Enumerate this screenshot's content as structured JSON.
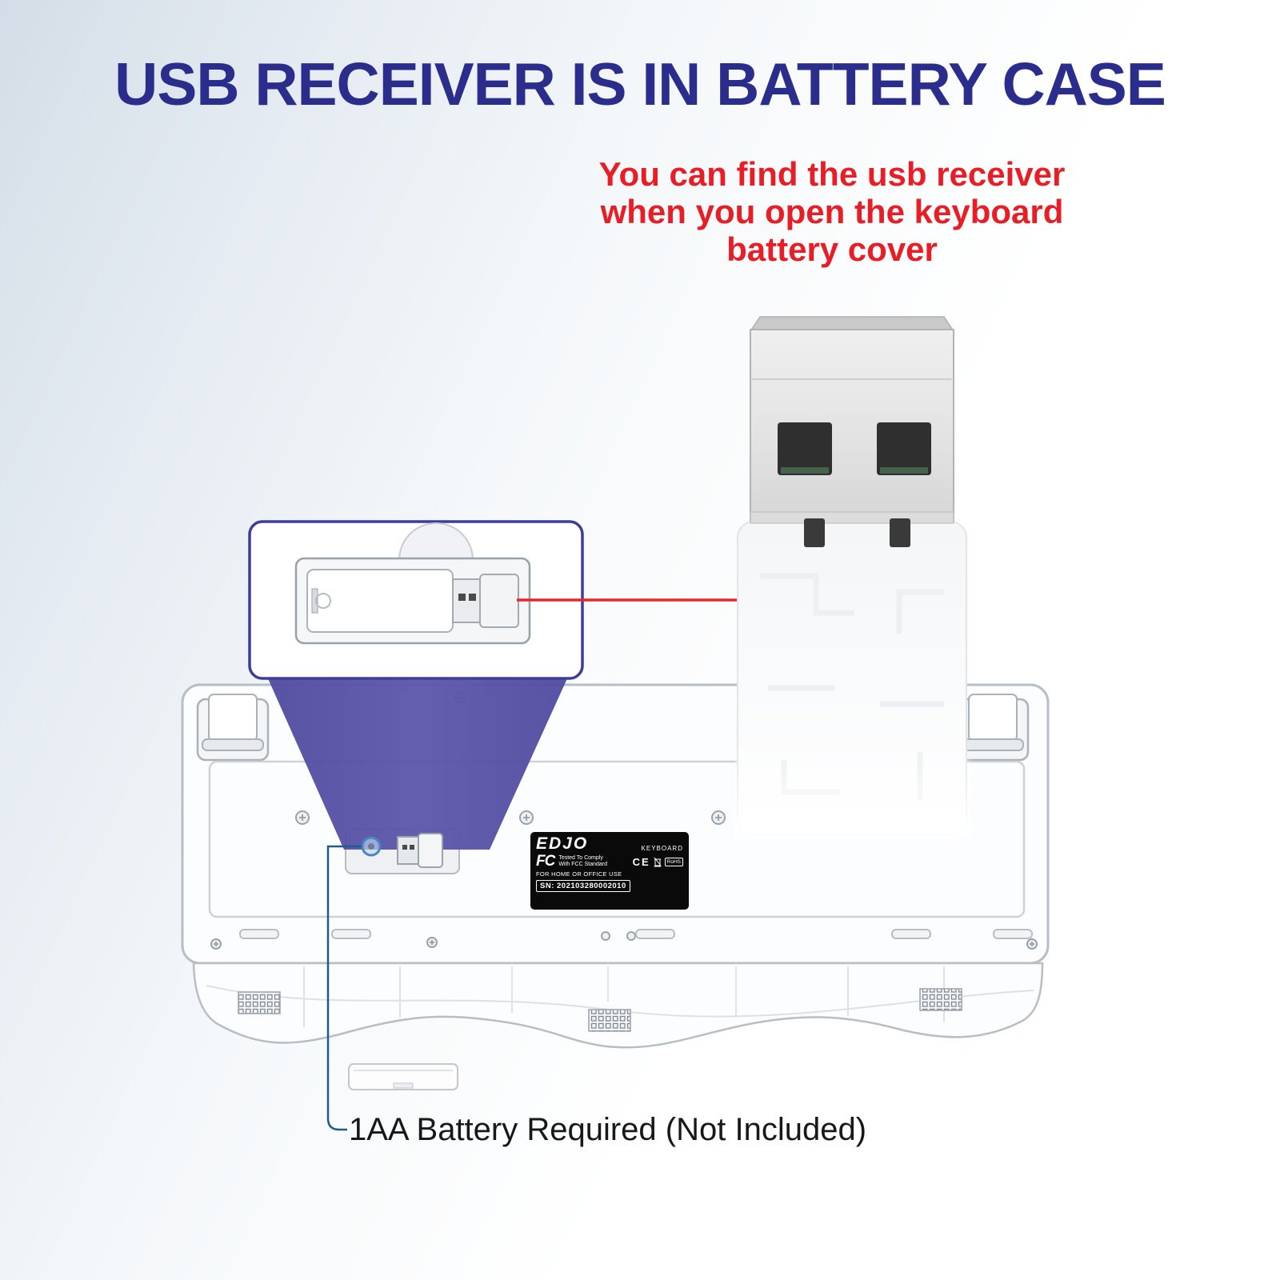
{
  "title": "USB RECEIVER IS IN BATTERY CASE",
  "note": {
    "lines": [
      "You can find the usb receiver",
      "when you open the keyboard",
      "battery cover"
    ]
  },
  "label": {
    "brand": "EDJO",
    "product": "KEYBOARD",
    "fcc_logo": "FC",
    "fcc_line1": "Tested To Comply",
    "fcc_line2": "With FCC Standard",
    "use_line": "FOR HOME OR OFFICE USE",
    "ce": "CE",
    "rohs": "RoHS",
    "sn": "SN: 202103280002010"
  },
  "battery_note": "1AA Battery Required (Not Included)",
  "icons": {
    "fcc_mark": "FC-logo",
    "ce_mark": "CE-mark",
    "weee_bin": "crossed-out-wheelie-bin",
    "screw": "phillips-screw"
  },
  "colors": {
    "title": "#2b2d8c",
    "note": "#e91d25",
    "beam": "#5a54a8",
    "inset": "#3d3c9d",
    "red": "#e8262d",
    "blue": "#1f5d8c"
  }
}
